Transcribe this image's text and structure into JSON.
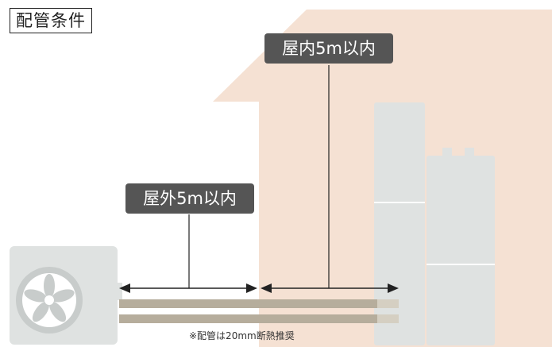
{
  "title": "配管条件",
  "labels": {
    "indoor": "屋内5m以内",
    "outdoor": "屋外5m以内"
  },
  "note": "※配管は20mm断熱推奨",
  "colors": {
    "house": "#f5e1d3",
    "unit_gray": "#dfe2e1",
    "pipe": "#b6ad9c",
    "label_bg": "#555555"
  },
  "icons": [
    "fan-icon",
    "arrow-icon"
  ]
}
